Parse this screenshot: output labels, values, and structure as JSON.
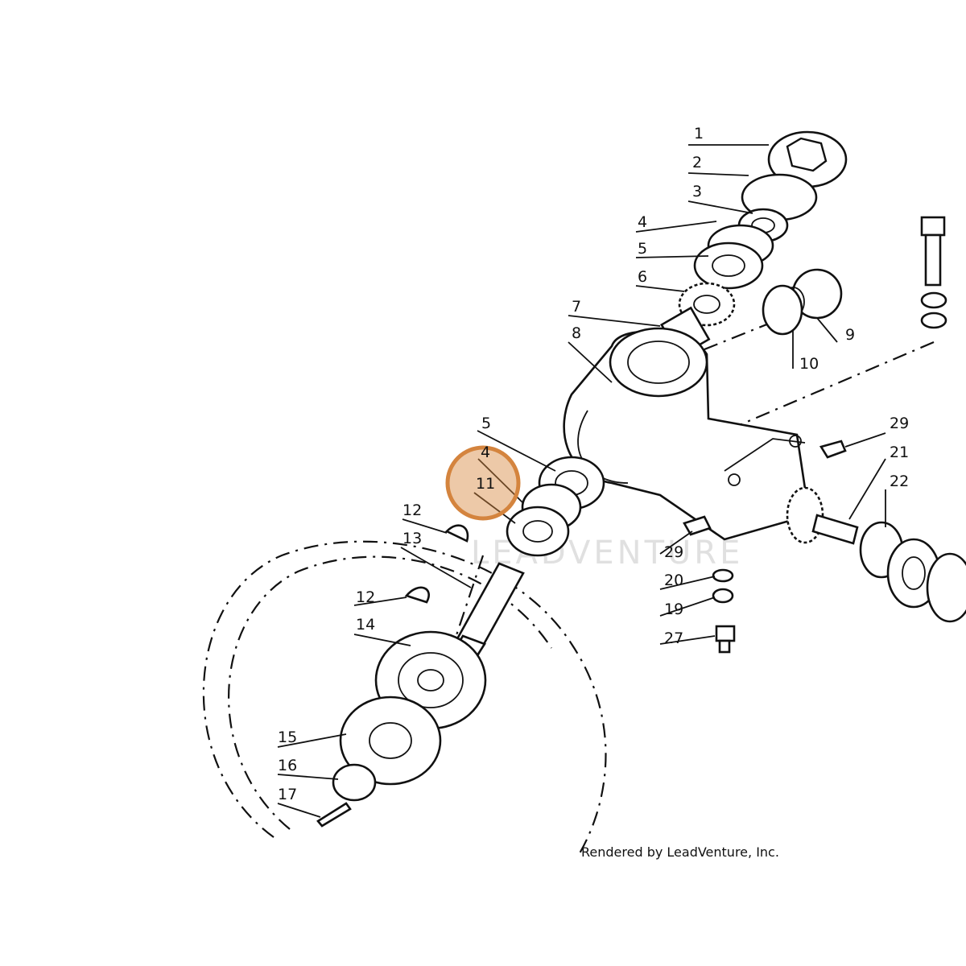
{
  "diagram": {
    "callouts": {
      "c1": "1",
      "c2": "2",
      "c3": "3",
      "c4": "4",
      "c5a": "5",
      "c6": "6",
      "c7": "7",
      "c8": "8",
      "c9": "9",
      "c10": "10",
      "c5b": "5",
      "c4b": "4",
      "c11": "11",
      "c12a": "12",
      "c13": "13",
      "c12b": "12",
      "c14": "14",
      "c15": "15",
      "c16": "16",
      "c17": "17",
      "c29a": "29",
      "c21": "21",
      "c22": "22",
      "c29b": "29",
      "c20": "20",
      "c19": "19",
      "c27": "27"
    },
    "highlighted_callout": "11",
    "highlight_color": "#d4843e",
    "watermark": "LEADVENTURE",
    "credit": "Rendered by LeadVenture, Inc."
  }
}
